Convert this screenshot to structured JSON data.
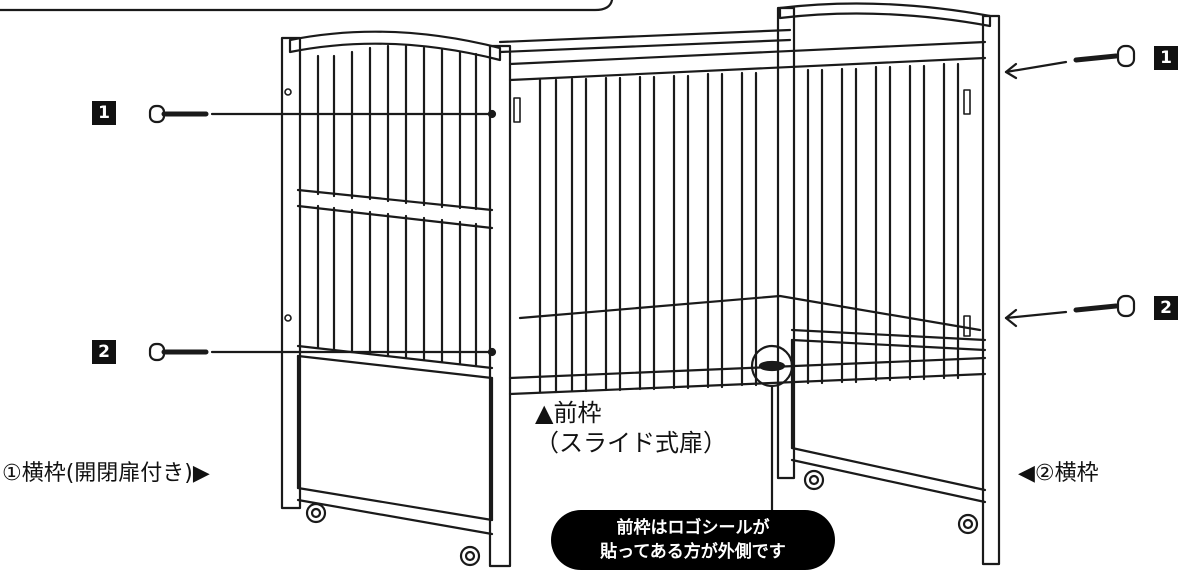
{
  "badges": {
    "left_top": "1",
    "left_bottom": "2",
    "right_top": "1",
    "right_bottom": "2"
  },
  "labels": {
    "front_frame_line1": "▲前枠",
    "front_frame_line2": "（スライド式扉）",
    "side_frame_left": "①横枠(開閉扉付き)▶",
    "side_frame_right": "◀②横枠"
  },
  "note": {
    "line1": "前枠はロゴシールが",
    "line2": "貼ってある方が外側です"
  },
  "colors": {
    "line": "#1a1a1a",
    "badge_bg": "#111111",
    "note_bg": "#000000"
  },
  "icons": [
    "bolt-icon",
    "caster-wheel-icon"
  ]
}
